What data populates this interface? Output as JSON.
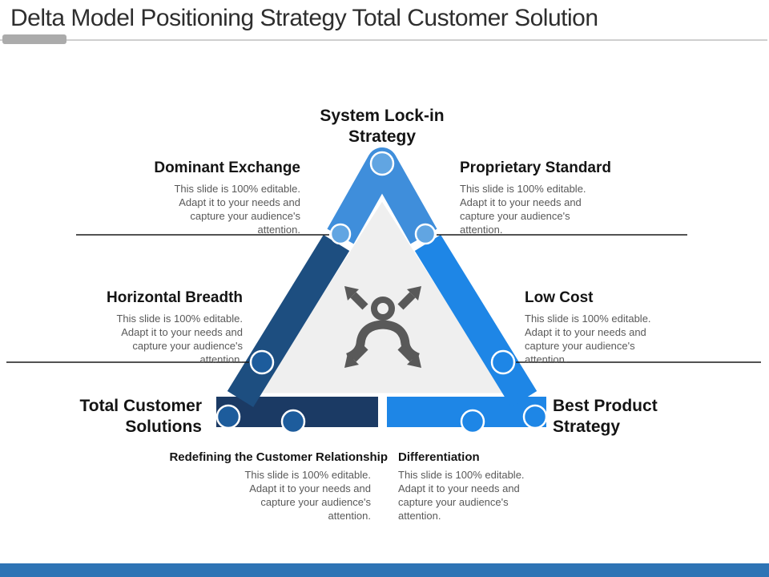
{
  "slide": {
    "title": "Delta Model Positioning Strategy Total Customer Solution",
    "editable_note": "This slide is 100% editable. Adapt it to your needs and capture your audience's attention.",
    "vertices": {
      "top": {
        "label": "System Lock-in Strategy"
      },
      "bottom_left": {
        "label": "Total Customer Solutions"
      },
      "bottom_right": {
        "label": "Best Product Strategy"
      }
    },
    "sections": {
      "dominant_exchange": {
        "title": "Dominant Exchange"
      },
      "proprietary_standard": {
        "title": "Proprietary Standard"
      },
      "horizontal_breadth": {
        "title": "Horizontal Breadth"
      },
      "low_cost": {
        "title": "Low Cost"
      },
      "redefining": {
        "title": "Redefining the Customer Relationship"
      },
      "differentiation": {
        "title": "Differentiation"
      }
    },
    "icon": {
      "center": "person-expand-arrows"
    },
    "colors": {
      "title_text": "#2e2e2e",
      "title_accent_gray": "#ababab",
      "rule_gray": "#cfcfcf",
      "heading_text": "#141414",
      "body_text": "#595959",
      "divider_line": "#1a1a1a",
      "upper_blue": "#3f8edb",
      "light_circle_blue": "#61a5e2",
      "left_navy": "#1d4e80",
      "bottom_left_navy": "#1b3a64",
      "right_blue": "#1e86e6",
      "dark_circle_blue": "#1d5c9c",
      "inner_triangle_gray": "#efefef",
      "icon_gray": "#595959",
      "bottom_bar_blue": "#2e74b5",
      "white": "#ffffff"
    }
  }
}
